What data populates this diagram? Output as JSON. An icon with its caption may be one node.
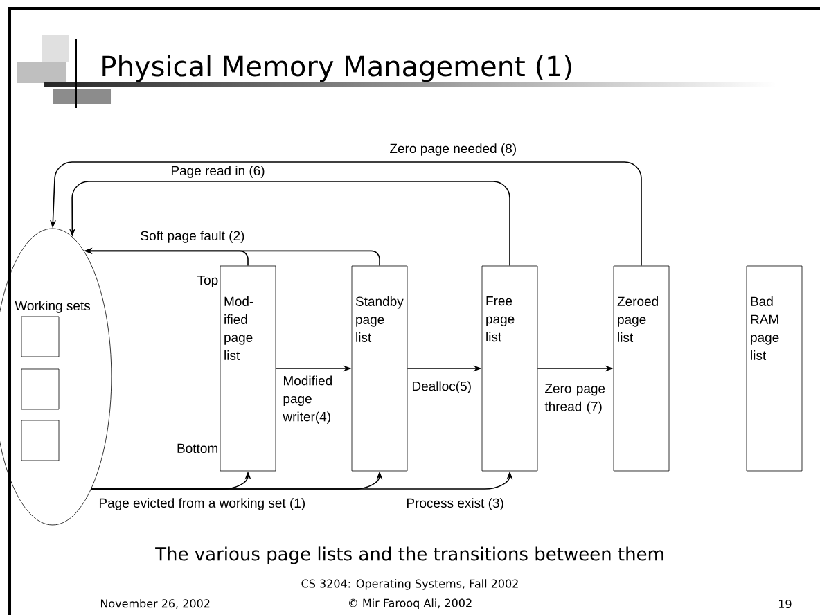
{
  "diagram": {
    "title": "Physical Memory Management (1)",
    "caption": "The various page lists and the transitions between them",
    "nodes": [
      {
        "text": [
          "Working sets"
        ]
      },
      {
        "text": [],
        "shape": "box",
        "in": 0
      },
      {
        "text": [],
        "shape": "box",
        "in": 0
      },
      {
        "text": [],
        "shape": "box",
        "in": 0
      },
      {
        "text": [
          "Mod- ified page list"
        ],
        "beside": [
          "Top",
          "Bottom"
        ]
      },
      {
        "text": [
          "Standby page list"
        ]
      },
      {
        "text": [
          "Free page list"
        ]
      },
      {
        "text": [
          "Zeroed page list"
        ]
      },
      {
        "text": [
          "Bad RAM page list"
        ]
      }
    ],
    "edges": [
      {
        "from": 0,
        "to": 4,
        "arrow": "to",
        "label": "Page evicted from a working set (1)"
      },
      {
        "from": 0,
        "to": 5,
        "arrow": "to"
      },
      {
        "from": 0,
        "to": 6,
        "arrow": "to",
        "label": "Process exist (3)"
      },
      {
        "from": 4,
        "to": 0,
        "arrow": "to",
        "label": "Soft page fault (2)"
      },
      {
        "from": 5,
        "to": 0,
        "arrow": "to"
      },
      {
        "from": 4,
        "to": 5,
        "arrow": "to",
        "label": "Modified page writer(4)"
      },
      {
        "from": 5,
        "to": 6,
        "arrow": "to",
        "label": "Dealloc(5)"
      },
      {
        "from": 6,
        "to": 7,
        "arrow": "to",
        "label": "Zero page thread (7)"
      },
      {
        "from": 6,
        "to": 0,
        "arrow": "to",
        "label": "Page read in (6)"
      },
      {
        "from": 7,
        "to": 0,
        "arrow": "to",
        "label": "Zero page needed (8)"
      }
    ],
    "labels": [
      "CS 3204: Operating Systems, Fall 2002",
      "November 26, 2002",
      "© Mir Farooq Ali, 2002",
      "19"
    ]
  }
}
